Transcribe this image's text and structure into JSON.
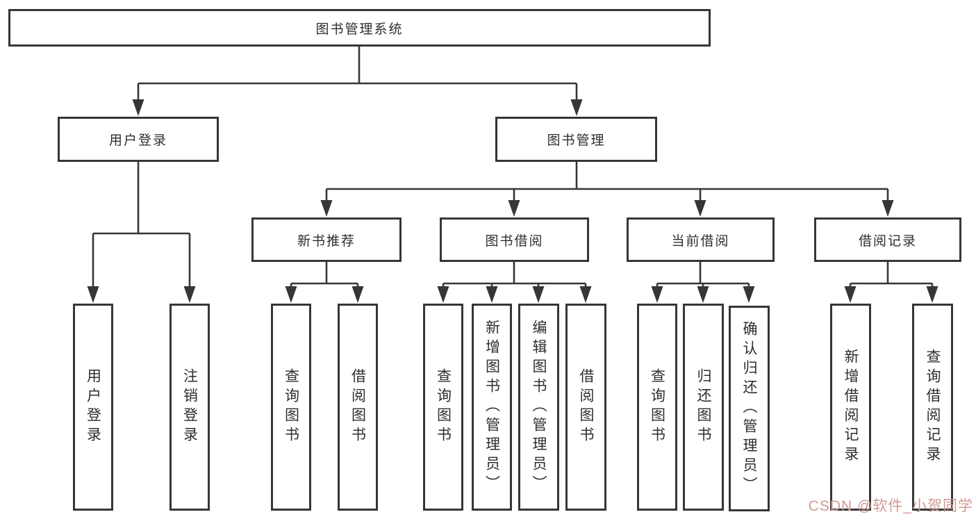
{
  "tree": {
    "root": "图书管理系统",
    "children": [
      {
        "label": "用户登录",
        "children": [
          "用户登录",
          "注销登录"
        ]
      },
      {
        "label": "图书管理",
        "children": [
          {
            "label": "新书推荐",
            "children": [
              "查询图书",
              "借阅图书"
            ]
          },
          {
            "label": "图书借阅",
            "children": [
              "查询图书",
              "新增图书（管理员）",
              "编辑图书（管理员）",
              "借阅图书"
            ]
          },
          {
            "label": "当前借阅",
            "children": [
              "查询图书",
              "归还图书",
              "确认归还（管理员）"
            ]
          },
          {
            "label": "借阅记录",
            "children": [
              "新增借阅记录",
              "查询借阅记录"
            ]
          }
        ]
      }
    ]
  },
  "colors": {
    "line": "#363636",
    "box_border": "#363636",
    "text": "#2e2e2e",
    "watermark": "#d09a93"
  },
  "watermark": {
    "text": "CSDN @软件_小贺同学"
  }
}
